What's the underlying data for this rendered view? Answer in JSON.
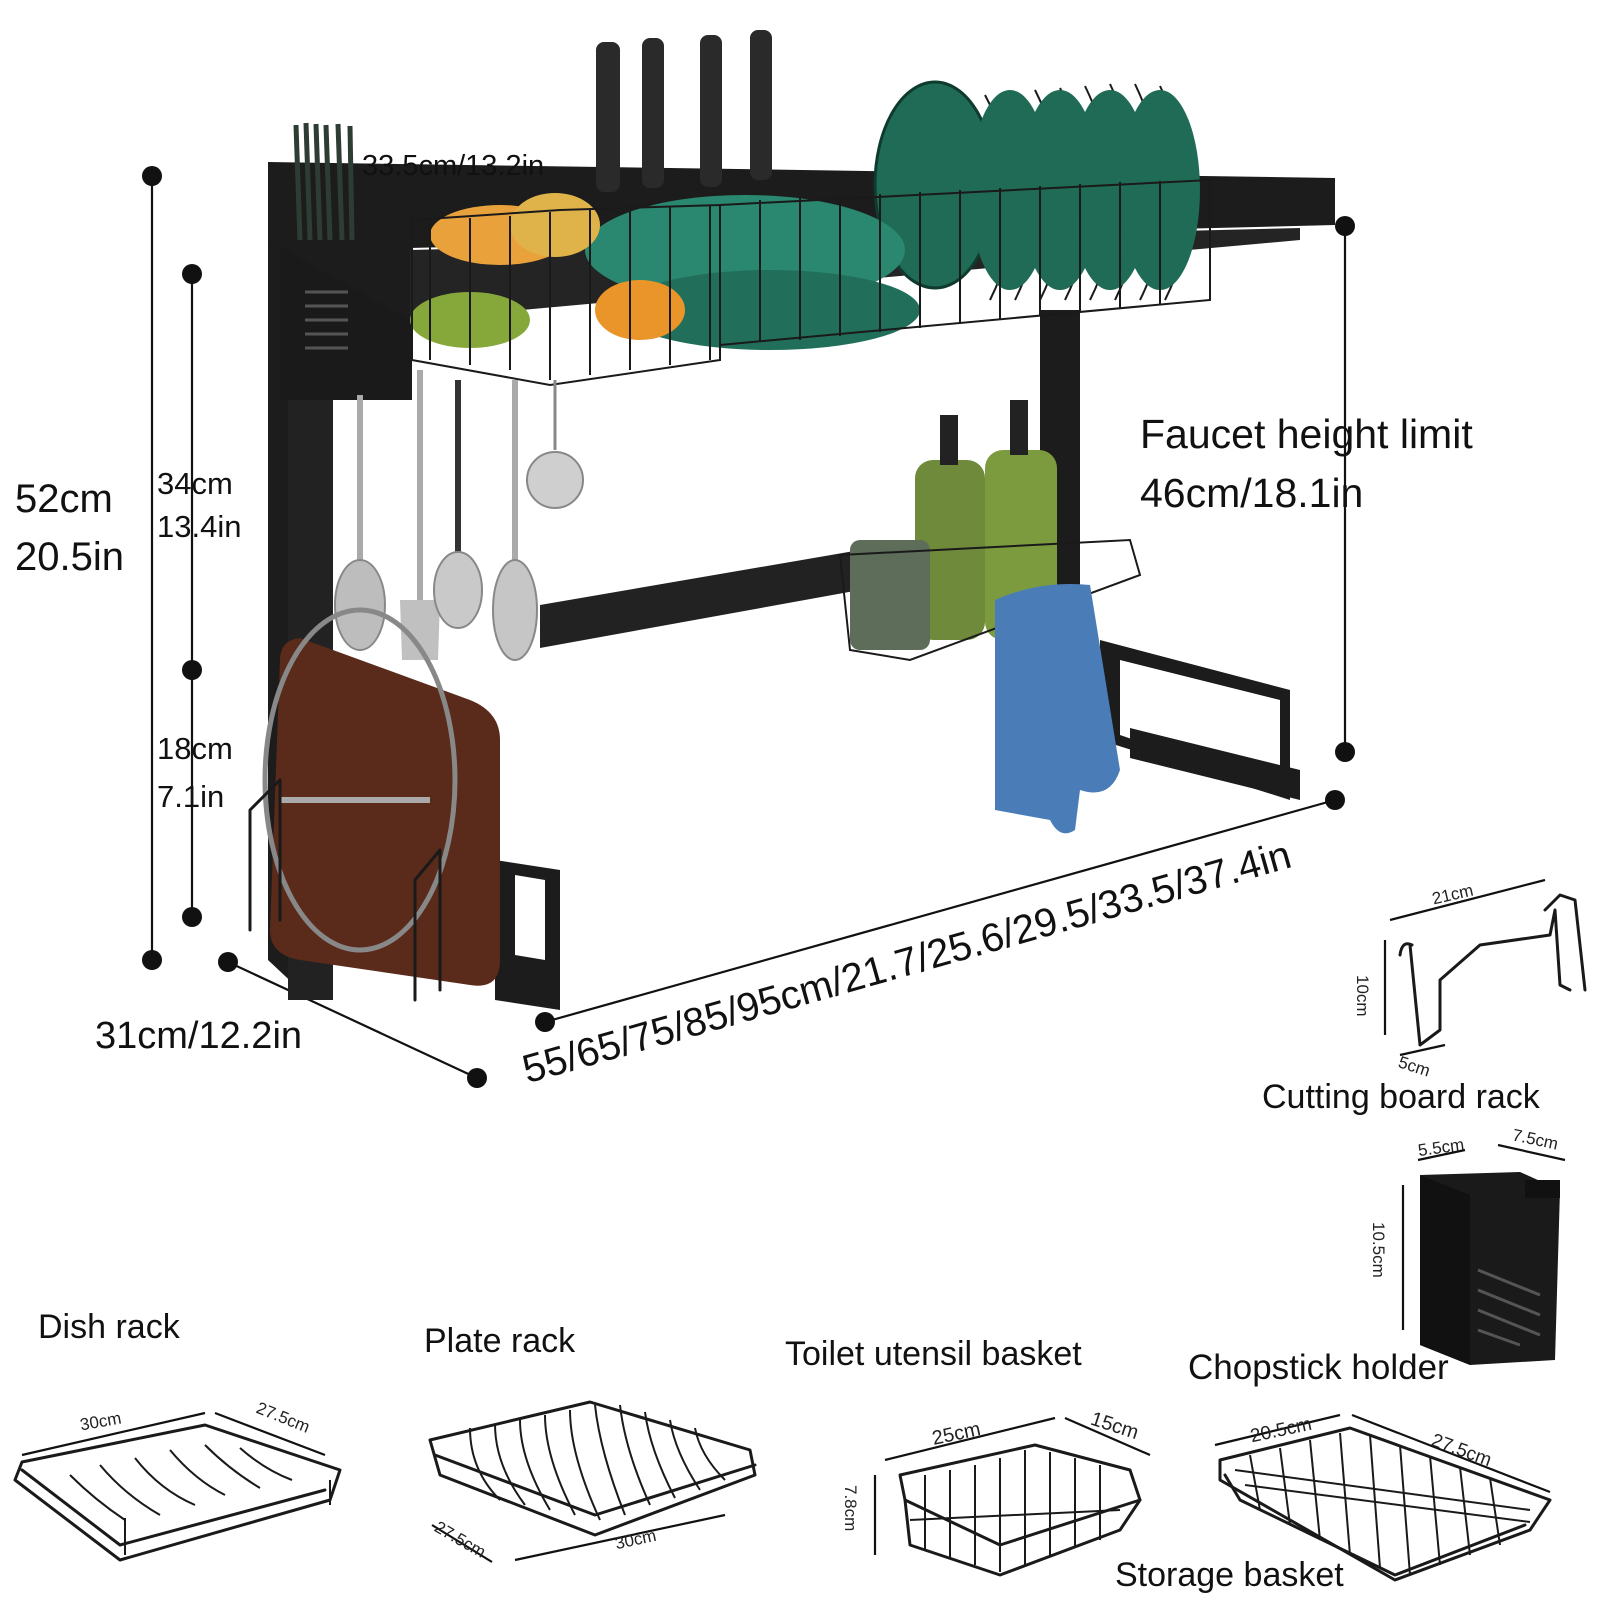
{
  "dimensions": {
    "total_height": [
      "52cm",
      "20.5in"
    ],
    "upper_height": [
      "34cm",
      "13.4in"
    ],
    "lower_height": [
      "18cm",
      "7.1in"
    ],
    "depth": "31cm/12.2in",
    "top_width": "33.5cm/13.2in",
    "length": "55/65/75/85/95cm/21.7/25.6/29.5/33.5/37.4in",
    "faucet_title": "Faucet height limit",
    "faucet_value": "46cm/18.1in"
  },
  "parts": {
    "cutting_board": {
      "label": "Cutting board rack",
      "w": "21cm",
      "h": "10cm",
      "d": "5cm"
    },
    "chopstick": {
      "label": "Chopstick holder",
      "a": "5.5cm",
      "b": "7.5cm",
      "h": "10.5cm"
    },
    "dish": {
      "label": "Dish rack",
      "a": "30cm",
      "b": "27.5cm"
    },
    "plate": {
      "label": "Plate rack",
      "a": "27.5cm",
      "b": "30cm"
    },
    "utensil": {
      "label": "Toilet utensil basket",
      "a": "25cm",
      "b": "15cm",
      "h": "7.8cm"
    },
    "storage": {
      "label": "Storage basket",
      "a": "20.5cm",
      "b": "27.5cm"
    }
  },
  "colors": {
    "frame": "#1c1c1c",
    "plate_green": "#1f6b55",
    "board_brown": "#5a2a1a",
    "towel_blue": "#4a7db8",
    "bottle_green": "#6f8a3a"
  }
}
